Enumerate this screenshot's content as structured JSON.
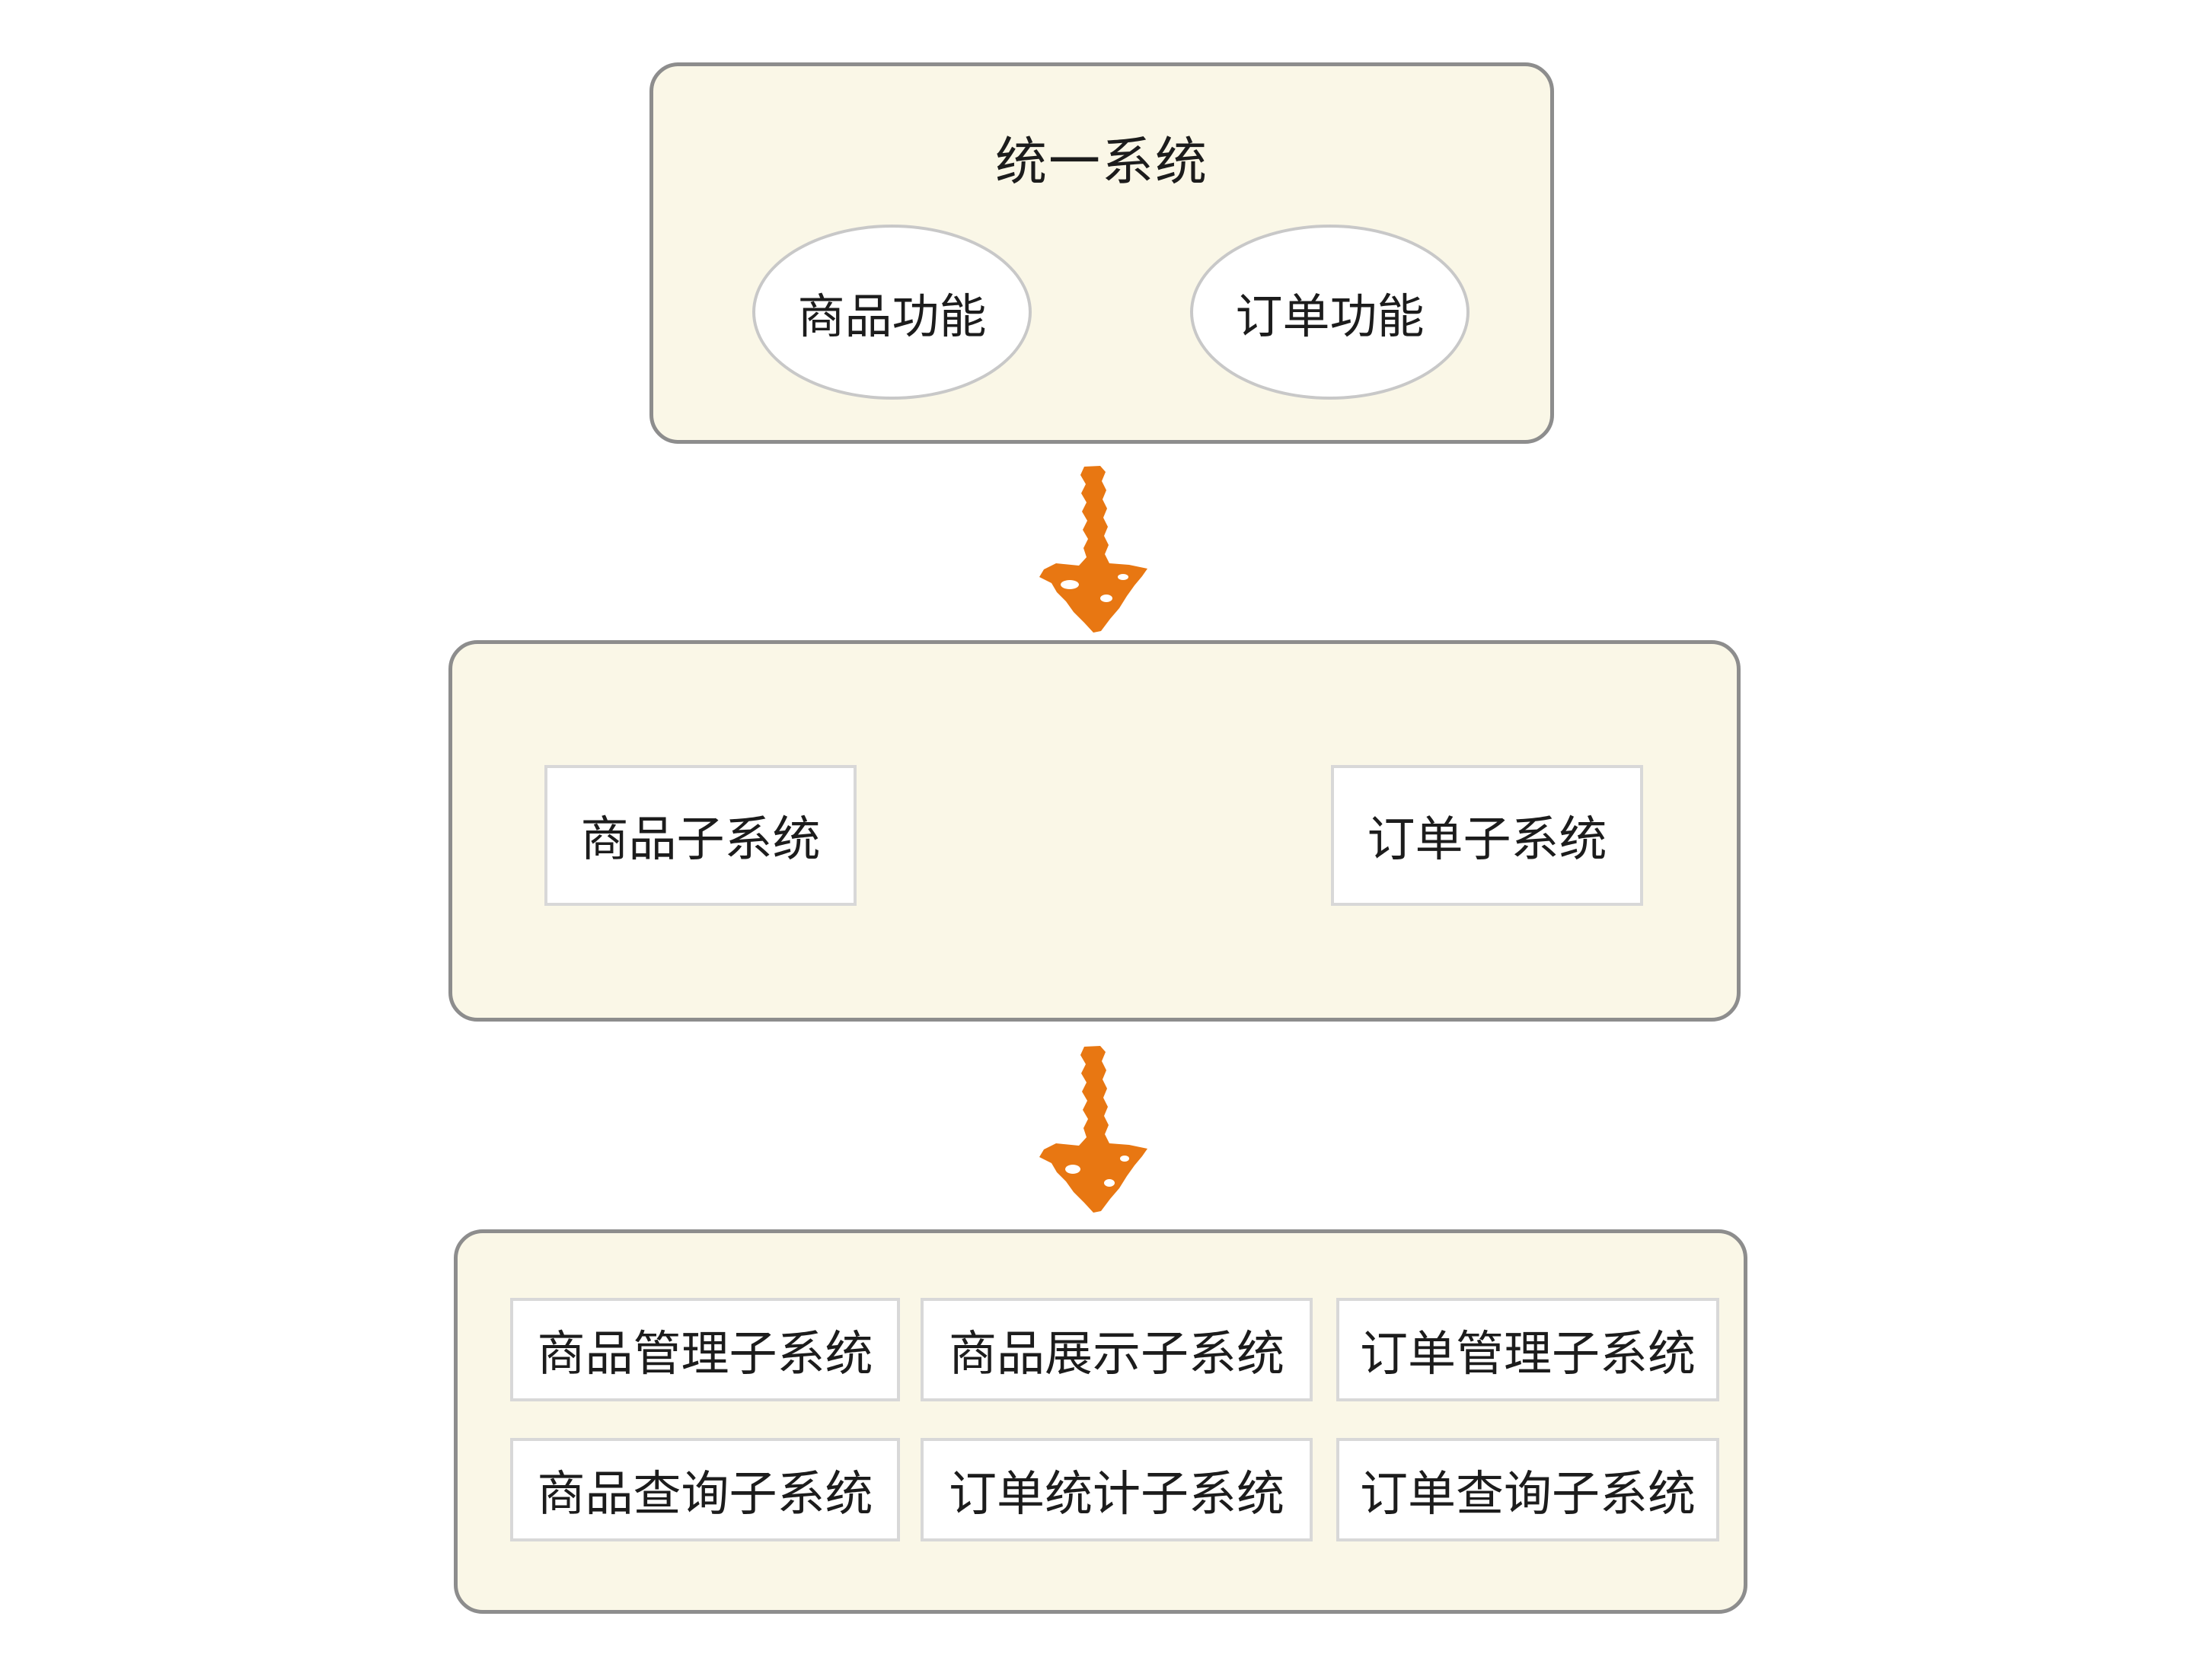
{
  "diagram": {
    "colors": {
      "background": "#ffffff",
      "container_fill": "#FAF7E7",
      "container_border": "#8D8D8D",
      "node_fill": "#FFFFFF",
      "node_border": "#D8D8D8",
      "ellipse_border": "#C8C8C8",
      "arrow": "#E87712",
      "text": "#1C1C1C"
    },
    "top_box": {
      "title": "统一系统",
      "ellipses": [
        {
          "label": "商品功能"
        },
        {
          "label": "订单功能"
        }
      ]
    },
    "middle_box": {
      "nodes": [
        {
          "label": "商品子系统"
        },
        {
          "label": "订单子系统"
        }
      ]
    },
    "bottom_box": {
      "nodes": [
        {
          "label": "商品管理子系统"
        },
        {
          "label": "商品展示子系统"
        },
        {
          "label": "订单管理子系统"
        },
        {
          "label": "商品查询子系统"
        },
        {
          "label": "订单统计子系统"
        },
        {
          "label": "订单查询子系统"
        }
      ]
    }
  }
}
